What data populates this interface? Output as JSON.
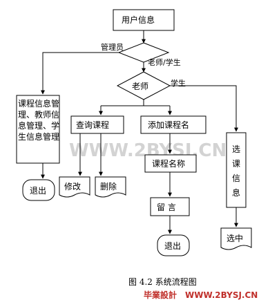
{
  "flowchart": {
    "nodes": {
      "user_info": "用户信息",
      "admin_branch": "管理员",
      "teacher_student_branch": "老师/学生",
      "teacher_decision": "老师",
      "student_branch": "学生",
      "admin_box_lines": [
        "课程信息管",
        "理、教师信",
        "息管理、学",
        "生信息管理"
      ],
      "exit_admin": "退出",
      "query_course": "查询课程",
      "modify": "修改",
      "delete": "删除",
      "add_course_name": "添加课程名",
      "course_name": "课程名称",
      "message": "留 言",
      "exit_teacher": "退出",
      "select_course_lines": [
        "选",
        "课",
        "信",
        "息"
      ],
      "selected": "选中"
    },
    "caption": "图 4.2  系统流程图"
  },
  "watermark": {
    "center": "WWW.2BYSJ.CN",
    "footer_cn": "毕業設計",
    "footer_url": "WWW.2BYSJ.CN",
    "color": "#c8c8c8",
    "footer_color": "#c0302b"
  }
}
